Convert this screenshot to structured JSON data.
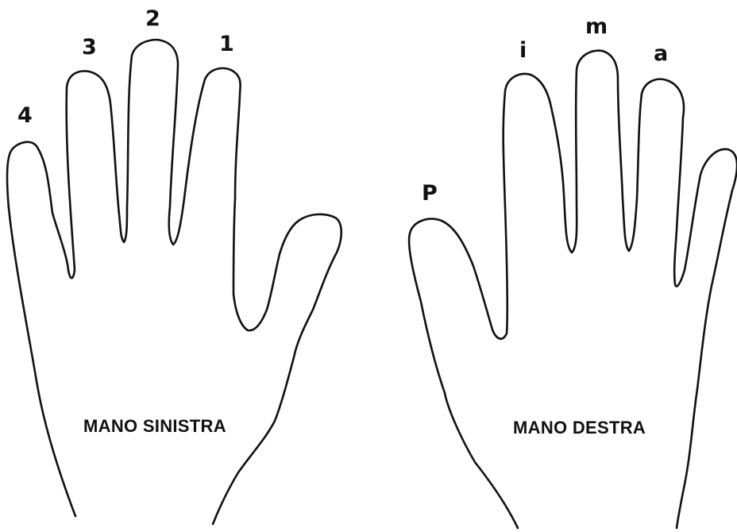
{
  "left_hand": {
    "title": "MANO SINISTRA",
    "fingers": {
      "index": "1",
      "middle": "2",
      "ring": "3",
      "little": "4"
    }
  },
  "right_hand": {
    "title": "MANO DESTRA",
    "fingers": {
      "thumb": "P",
      "index": "i",
      "middle": "m",
      "ring": "a"
    }
  }
}
